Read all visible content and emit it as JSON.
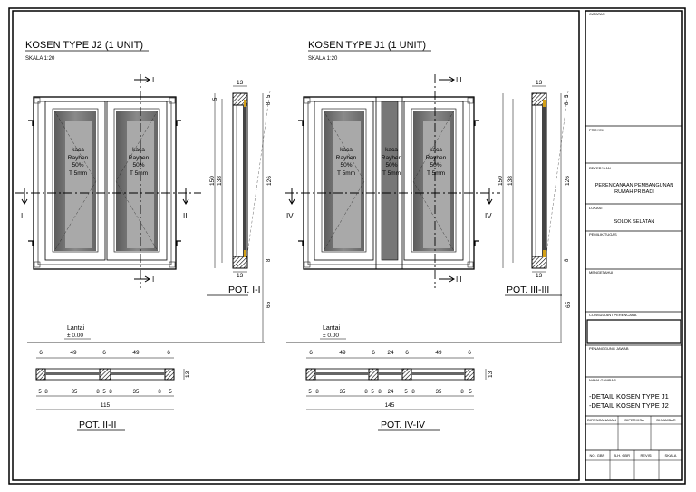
{
  "drawing_j2": {
    "title": "KOSEN TYPE J2 (1 UNIT)",
    "scale": "SKALA 1:20",
    "glass_label": [
      "kaca",
      "Rayben",
      "50%",
      "T 5mm"
    ],
    "section_marks": {
      "top": "I",
      "side": "II"
    },
    "section_v_title": "POT. I-I",
    "section_h_title": "POT. II-II",
    "floor": {
      "label": "Lantai",
      "level": "± 0.00"
    },
    "dims_v": {
      "d13": "13",
      "d8": "8",
      "d5": "5",
      "d150": "150",
      "d138": "138",
      "d126": "126",
      "d65": "65"
    },
    "dims_top": [
      "6",
      "49",
      "6",
      "49",
      "6"
    ],
    "dims_bottom": [
      "5",
      "8",
      "35",
      "8",
      "5",
      "8",
      "35",
      "8",
      "5"
    ],
    "dim_total": "115",
    "dim_thk": "13"
  },
  "drawing_j1": {
    "title": "KOSEN TYPE J1 (1 UNIT)",
    "scale": "SKALA 1:20",
    "glass_label": [
      "kaca",
      "Rayben",
      "50%",
      "T 5mm"
    ],
    "section_marks": {
      "top": "III",
      "side": "IV"
    },
    "section_v_title": "POT. III-III",
    "section_h_title": "POT. IV-IV",
    "floor": {
      "label": "Lantai",
      "level": "± 0.00"
    },
    "dims_v": {
      "d13": "13",
      "d8": "8",
      "d5": "5",
      "d150": "150",
      "d138": "138",
      "d126": "126",
      "d65": "65"
    },
    "dims_top": [
      "6",
      "49",
      "6",
      "24",
      "6",
      "49",
      "6"
    ],
    "dims_bottom": [
      "5",
      "8",
      "35",
      "8",
      "5",
      "8",
      "24",
      "5",
      "8",
      "35",
      "8",
      "5"
    ],
    "dim_total": "145",
    "dim_thk": "13"
  },
  "title_block": {
    "catatan": "CATATAN",
    "proyek": "PROYEK",
    "pekerjaan": "PEKERJAAN",
    "pekerjaan_value": [
      "PERENCANAAN PEMBANGUNAN",
      "RUMAH PRIBADI"
    ],
    "lokasi": "LOKASI",
    "lokasi_value": "SOLOK SELATAN",
    "pemilik": "PEMILIK/TUGAS",
    "mengetahui": "MENGETAHUI",
    "konsultan": "CONSULTANT PERENCANA",
    "penanggung": "PENANGGUNG JAWAB",
    "nama_gambar": "NAMA GAMBAR",
    "nama_gambar_value": [
      "-DETAIL KOSEN TYPE J1",
      "-DETAIL KOSEN TYPE J2"
    ],
    "row1": [
      "DIRENCANAKAN",
      "DIPERIKSA",
      "DIGAMBAR"
    ],
    "row2": [
      "NO. GBR",
      "JLH. GBR",
      "REVISI",
      "SKALA"
    ]
  }
}
